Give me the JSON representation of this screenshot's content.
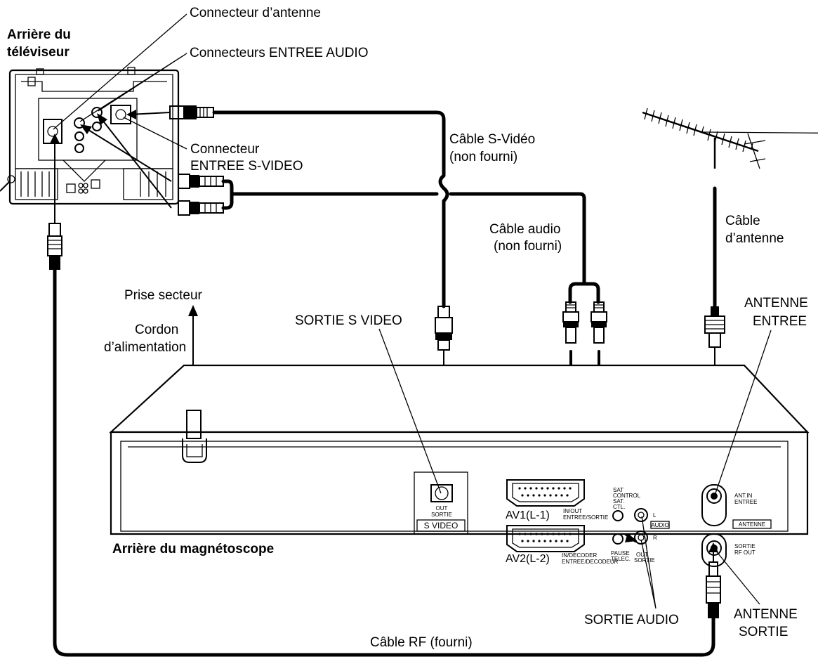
{
  "labels": {
    "tv_back_1": "Arrière du",
    "tv_back_2": "téléviseur",
    "antenna_connector": "Connecteur d’antenne",
    "audio_in_connectors": "Connecteurs ENTREE AUDIO",
    "svideo_in_1": "Connecteur",
    "svideo_in_2": "ENTREE S-VIDEO",
    "svideo_cable_1": "Câble S-Vidéo",
    "svideo_cable_2": "(non fourni)",
    "audio_cable_1": "Câble audio",
    "audio_cable_2": "(non fourni)",
    "antenna_cable_1": "Câble",
    "antenna_cable_2": "d’antenne",
    "mains_outlet": "Prise secteur",
    "power_cord_1": "Cordon",
    "power_cord_2": "d’alimentation",
    "svideo_out": "SORTIE S VIDEO",
    "antenna_in_1": "ANTENNE",
    "antenna_in_2": "ENTREE",
    "vcr_back": "Arrière du magnétoscope",
    "audio_out": "SORTIE AUDIO",
    "antenna_out_1": "ANTENNE",
    "antenna_out_2": "SORTIE",
    "rf_cable": "Câble RF (fourni)"
  },
  "panel": {
    "svideo_out_1": "OUT",
    "svideo_out_2": "SORTIE",
    "svideo_box": "S VIDEO",
    "av1": "AV1(L-1)",
    "av1_sub_1": "IN/OUT",
    "av1_sub_2": "ENTREE/SORTIE",
    "av2": "AV2(L-2)",
    "av2_sub_1": "IN/DECODER",
    "av2_sub_2": "ENTREE/DECODEUR",
    "sat_1": "SAT",
    "sat_2": "CONTROL",
    "sat_3": "SAT.",
    "sat_4": "CTL.",
    "pause_1": "PAUSE",
    "pause_2": "TELEC.",
    "l": "L",
    "r": "R",
    "audio_box": "AUDIO",
    "out_1": "OUT",
    "out_2": "SORTIE",
    "ant_in_1": "ANT.IN",
    "ant_in_2": "ENTREE",
    "antenne_box": "ANTENNE",
    "rf_out_1": "SORTIE",
    "rf_out_2": "RF OUT"
  }
}
